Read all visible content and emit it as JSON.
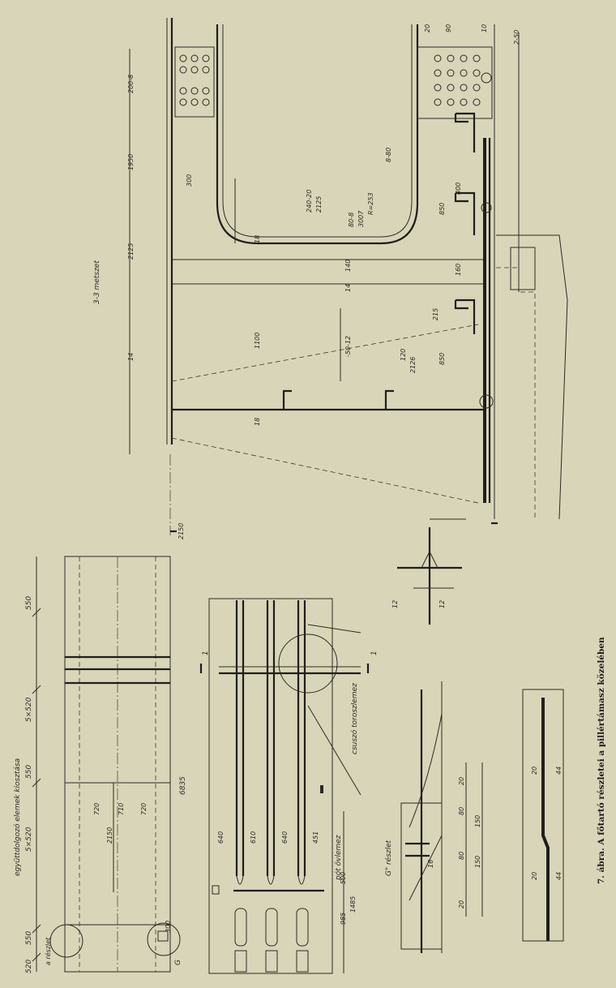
{
  "caption": "7. ábra. A főtartó részletei a pillértámasz közelében",
  "section_title": "3-3 metszet",
  "labels": {
    "main_span": "6835",
    "module_title": "együttdolgozó elemek kiosztása",
    "module_a": "5×520",
    "module_b": "5×520",
    "dim_550_a": "550",
    "dim_550_b": "550",
    "dim_550_c": "550",
    "dim_520": "520",
    "dim_720_a": "720",
    "dim_710": "710",
    "dim_720_b": "720",
    "dim_2150_plan": "2150",
    "detail_a": "a részlet",
    "detail_g_mark": "G",
    "detail_g": "G\" részlet",
    "floor_plate": "pót övlemez",
    "comb_plate": "csuszó toroszlemez",
    "dim_985": "985",
    "dim_1485": "1485",
    "dim_500": "500",
    "dim_640": "640",
    "dim_610": "610",
    "dim_451": "451",
    "dim_300": "300",
    "cut_mark_top": "1",
    "cut_mark_bot": "1",
    "dim_80_a": "80",
    "dim_80_b": "80",
    "dim_150_a": "150",
    "dim_150_b": "150",
    "dim_20": "20",
    "dim_16": "16",
    "dim_44_a": "44",
    "dim_44_b": "44",
    "dim_12_a": "12",
    "dim_12_b": "12",
    "dim_2150_sec": "2150",
    "dim_1100": "1100",
    "dim_1950": "1950",
    "dim_200_8": "200-8",
    "dim_3007": "3007",
    "dim_2125_a": "2125",
    "dim_2125_b": "2125",
    "dim_r253": "R=253",
    "dim_80_8": "80-8",
    "dim_240_20": "240-20",
    "dim_8_80": "8-80",
    "dim_160": "160",
    "dim_140": "140",
    "dim_215": "215",
    "dim_850_a": "850",
    "dim_850_b": "850",
    "dim_18_a": "18",
    "dim_18_b": "18",
    "dim_50_12": "-50-12",
    "dim_120": "120",
    "dim_2126": "2126",
    "dim_800": "800",
    "dim_300_sec": "300",
    "dim_14_a": "14",
    "dim_14_b": "14",
    "dim_10": "10",
    "dim_90": "90",
    "dim_2_50": "2-50",
    "dim_20_top": "20"
  }
}
